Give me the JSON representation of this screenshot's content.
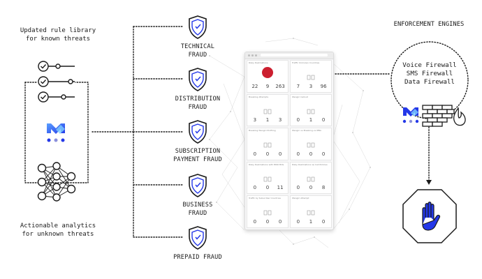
{
  "left": {
    "top_caption": [
      "Updated rule library",
      "for known threats"
    ],
    "bottom_caption": [
      "Actionable analytics",
      "for unknown threats"
    ]
  },
  "fraud_types": [
    {
      "line1": "TECHNICAL",
      "line2": "FRAUD",
      "icon": "shield-icon"
    },
    {
      "line1": "DISTRIBUTION",
      "line2": "FRAUD",
      "icon": "shield-icon"
    },
    {
      "line1": "SUBSCRIPTION",
      "line2": "PAYMENT FRAUD",
      "icon": "shield-icon"
    },
    {
      "line1": "BUSINESS",
      "line2": "FRAUD",
      "icon": "shield-icon"
    },
    {
      "line1": "PREPAID FRAUD",
      "line2": "",
      "icon": "shield-icon"
    }
  ],
  "dashboard": {
    "tiles": [
      {
        "title": "Risky Destinations",
        "values": [
          "22",
          "9",
          "263"
        ],
        "alert": true
      },
      {
        "title": "Traffic Unknown Countries",
        "values": [
          "7",
          "3",
          "96"
        ]
      },
      {
        "title": "Breaking Attempts",
        "values": [
          "3",
          "1",
          "3"
        ]
      },
      {
        "title": "Wangiri Callout",
        "values": [
          "0",
          "1",
          "0"
        ]
      },
      {
        "title": "Breaking Wangiri Profiling",
        "values": [
          "0",
          "0",
          "0"
        ]
      },
      {
        "title": "Wangiri vs Breaking vs IPBA",
        "values": [
          "0",
          "0",
          "0"
        ]
      },
      {
        "title": "Risky Destinations with MNO Bills",
        "values": [
          "0",
          "0",
          "11"
        ]
      },
      {
        "title": "Risky Destinations w/ Call Policies",
        "values": [
          "0",
          "0",
          "8"
        ]
      },
      {
        "title": "Traffic by Subscriber Countries",
        "values": [
          "0",
          "0",
          "0"
        ]
      },
      {
        "title": "Wangiri Attempt",
        "values": [
          "0",
          "1",
          "0"
        ]
      }
    ]
  },
  "enforcement": {
    "title": "ENFORCEMENT ENGINES",
    "engines": [
      "Voice Firewall",
      "SMS Firewall",
      "Data Firewall"
    ]
  },
  "colors": {
    "brand_blue": "#2438e8",
    "alert_red": "#cc1f2f",
    "ink": "#1a1a1a"
  }
}
